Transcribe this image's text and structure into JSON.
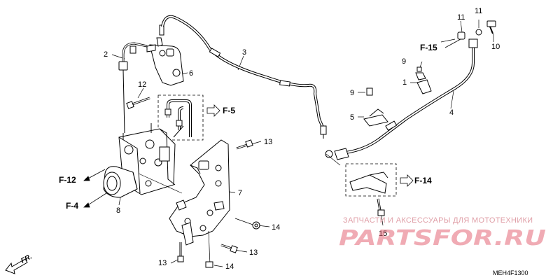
{
  "callouts": [
    "1",
    "2",
    "3",
    "4",
    "5",
    "6",
    "7",
    "8",
    "9",
    "9",
    "10",
    "11",
    "11",
    "12",
    "13",
    "13",
    "13",
    "14",
    "14",
    "15"
  ],
  "refs": [
    "F-5",
    "F-12",
    "F-4",
    "F-15",
    "F-14"
  ],
  "watermark": {
    "top": "ЗАПЧАСТИ И АКСЕССУАРЫ ДЛЯ МОТОТЕХНИКИ",
    "brand": "PARTSFOR.RU"
  },
  "diagram_code": "MEH4F1300",
  "direction_label": "FR."
}
